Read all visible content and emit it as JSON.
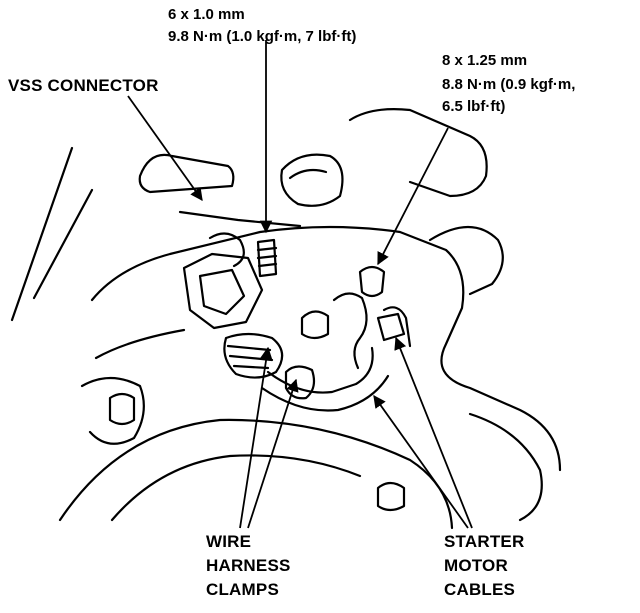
{
  "labels": {
    "bolt_6mm": {
      "size": "6 x 1.0 mm",
      "torque": "9.8 N·m (1.0 kgf·m, 7 lbf·ft)"
    },
    "bolt_8mm": {
      "size": "8 x 1.25 mm",
      "torque_line1": "8.8 N·m (0.9 kgf·m,",
      "torque_line2": "6.5 lbf·ft)"
    },
    "vss_connector": "VSS CONNECTOR",
    "wire_harness_clamps": [
      "WIRE",
      "HARNESS",
      "CLAMPS"
    ],
    "starter_motor_cables": [
      "STARTER",
      "MOTOR",
      "CABLES"
    ]
  }
}
